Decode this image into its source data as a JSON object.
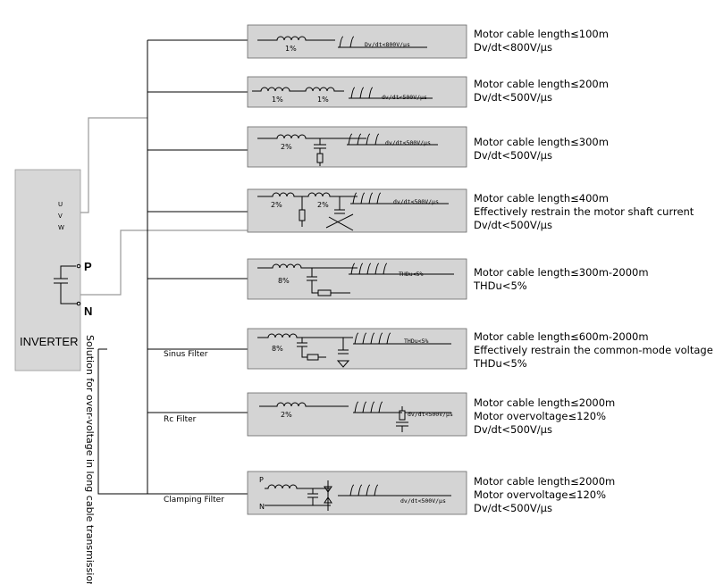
{
  "inverter": {
    "label": "INVERTER",
    "terminals": [
      "U",
      "V",
      "W"
    ],
    "p_label": "P",
    "n_label": "N"
  },
  "side_caption": "Solution for over-voltage in long cable transmission",
  "filter_labels": {
    "sinus": "Sinus Filter",
    "rc": "Rc Filter",
    "clamping": "Clamping Filter"
  },
  "rows": [
    {
      "pcts": [
        "1%"
      ],
      "inner": "Dv/dt<800V/μs",
      "desc": [
        "Motor cable length≤100m",
        "Dv/dt<800V/μs"
      ]
    },
    {
      "pcts": [
        "1%",
        "1%"
      ],
      "inner": "dv/dt<500V/μs",
      "desc": [
        "Motor cable length≤200m",
        "Dv/dt<500V/μs"
      ]
    },
    {
      "pcts": [
        "2%"
      ],
      "inner": "dv/dt<500V/μs",
      "desc": [
        "Motor cable length≤300m",
        "Dv/dt<500V/μs"
      ]
    },
    {
      "pcts": [
        "2%",
        "2%"
      ],
      "inner": "dv/dt<500V/μs",
      "desc": [
        "Motor cable length≤400m",
        "Effectively restrain the motor shaft current",
        "Dv/dt<500V/μs"
      ]
    },
    {
      "pcts": [
        "8%"
      ],
      "inner": "THDu<5%",
      "desc": [
        "Motor cable length≤300m-2000m",
        "THDu<5%"
      ]
    },
    {
      "pcts": [
        "8%"
      ],
      "inner": "THDu<5%",
      "desc": [
        "Motor cable length≤600m-2000m",
        "Effectively restrain the common-mode voltage",
        "THDu<5%"
      ]
    },
    {
      "pcts": [
        "2%"
      ],
      "inner": "dv/dt<500V/μs",
      "desc": [
        "Motor cable length≤2000m",
        "Motor overvoltage≤120%",
        "Dv/dt<500V/μs"
      ]
    },
    {
      "pcts": [
        "P",
        "N"
      ],
      "inner": "dv/dt<500V/μs",
      "desc": [
        "Motor cable length≤2000m",
        "Motor overvoltage≤120%",
        "Dv/dt<500V/μs"
      ]
    }
  ]
}
